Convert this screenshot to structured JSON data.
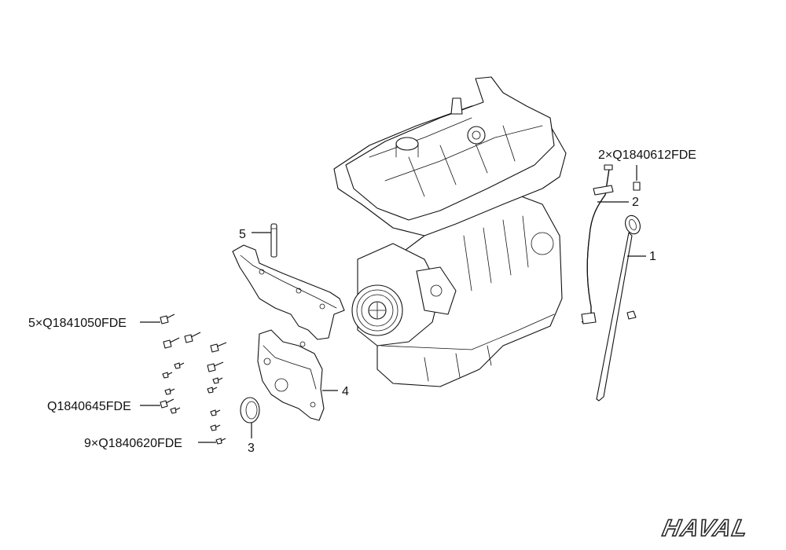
{
  "callouts": {
    "part1": "1",
    "part2": "2",
    "part3": "3",
    "part4": "4",
    "part5": "5",
    "bolt_dipstick": "2×Q1840612FDE",
    "bolt_group1": "5×Q1841050FDE",
    "bolt_group2": "Q1840645FDE",
    "bolt_group3": "9×Q1840620FDE"
  },
  "brand": {
    "logo": "HAVAL"
  }
}
